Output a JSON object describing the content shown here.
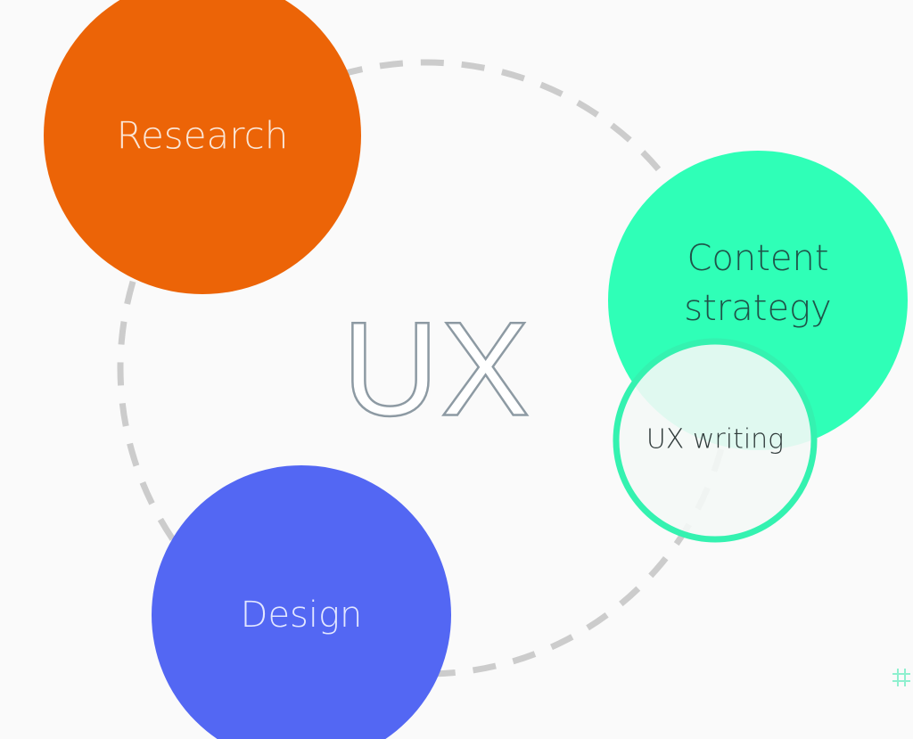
{
  "diagram": {
    "center_label": "UX",
    "nodes": [
      {
        "id": "research",
        "label": "Research",
        "color": "#ec6407"
      },
      {
        "id": "design",
        "label": "Design",
        "color": "#5367f3"
      },
      {
        "id": "content",
        "label": "Content strategy",
        "lines": [
          "Content",
          "strategy"
        ],
        "color": "#2fffb7"
      },
      {
        "id": "writing",
        "label": "UX writing",
        "color": "#f2f6f4",
        "border_color": "#34f2b0"
      }
    ],
    "ring_color": "#cccccc",
    "corner_icon": "hash-grid-icon"
  }
}
